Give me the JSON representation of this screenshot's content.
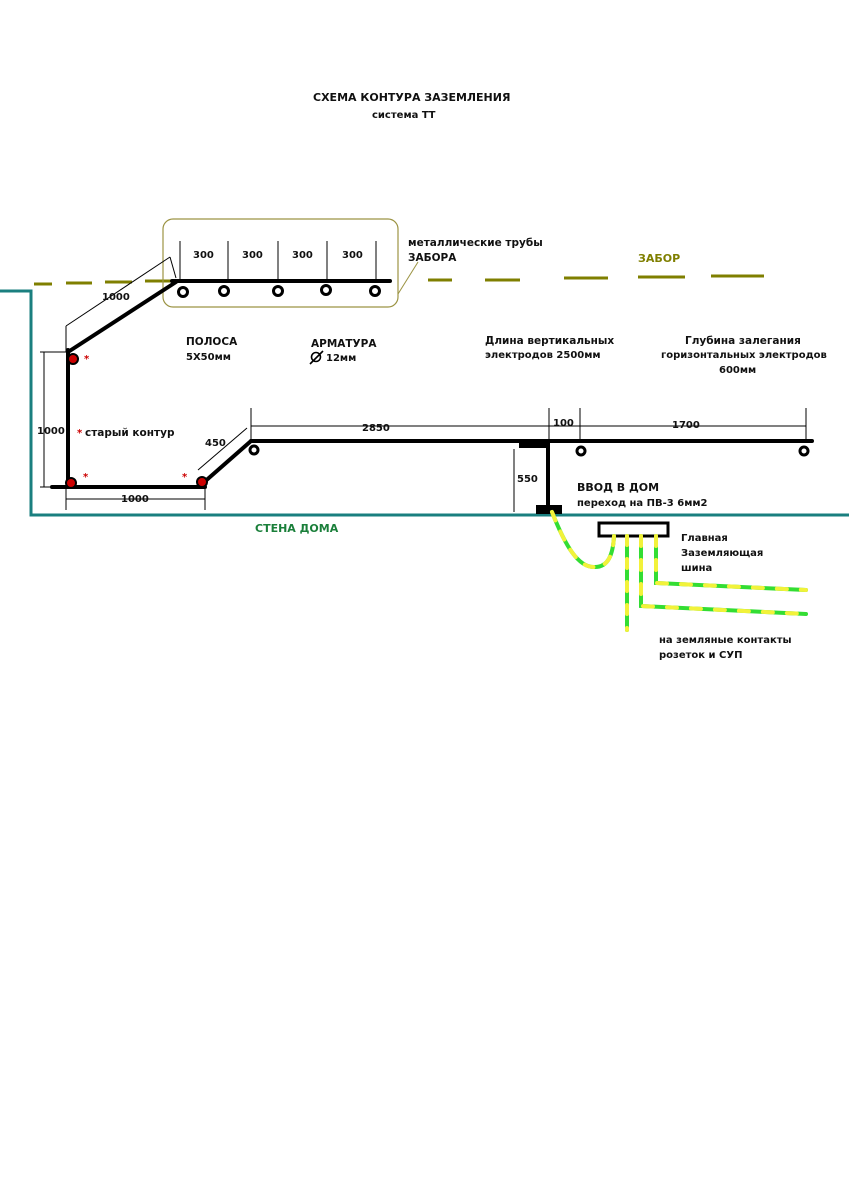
{
  "title": "СХЕМА КОНТУРА ЗАЗЕМЛЕНИЯ",
  "subtitle": "система  ТТ",
  "labels": {
    "fence_pipes_line1": "металлические трубы",
    "fence_pipes_line2": "ЗАБОРА",
    "fence": "ЗАБОР",
    "strip_line1": "ПОЛОСА",
    "strip_line2": "5Х50мм",
    "rebar_line1": "АРМАТУРА",
    "rebar_line2": "12мм",
    "vertical_length_line1": "Длина вертикальных",
    "vertical_length_line2": "электродов 2500мм",
    "depth_line1": "Глубина залегания",
    "depth_line2": "горизонтальных электродов",
    "depth_line3": "600мм",
    "old_contour": "старый контур",
    "entry_line1": "ВВОД В ДОМ",
    "entry_line2": "переход на ПВ-3  6мм2",
    "house_wall": "СТЕНА ДОМА",
    "main_bus_line1": "Главная",
    "main_bus_line2": "Заземляющая",
    "main_bus_line3": "шина",
    "outlets_line1": "на земляные контакты",
    "outlets_line2": "розеток   и СУП",
    "old_marker": "*"
  },
  "dimensions": {
    "fence_spacing_1": "300",
    "fence_spacing_2": "300",
    "fence_spacing_3": "300",
    "fence_spacing_4": "300",
    "diag_top": "1000",
    "left_vertical": "1000",
    "bottom_left": "1000",
    "diag_bottom": "450",
    "main_span": "2850",
    "offset": "100",
    "right_span": "1700",
    "entry_height": "550"
  },
  "colors": {
    "conductor": "#000000",
    "fence_line": "#7f7f00",
    "house_wall": "#1a7f7f",
    "old_electrode": "#cc0000",
    "wire_green": "#33dd33",
    "wire_yellow": "#f2f23a",
    "label_fence": "#7f7f00",
    "label_wall": "#1a7f3a",
    "fence_box": "#9c9444"
  }
}
